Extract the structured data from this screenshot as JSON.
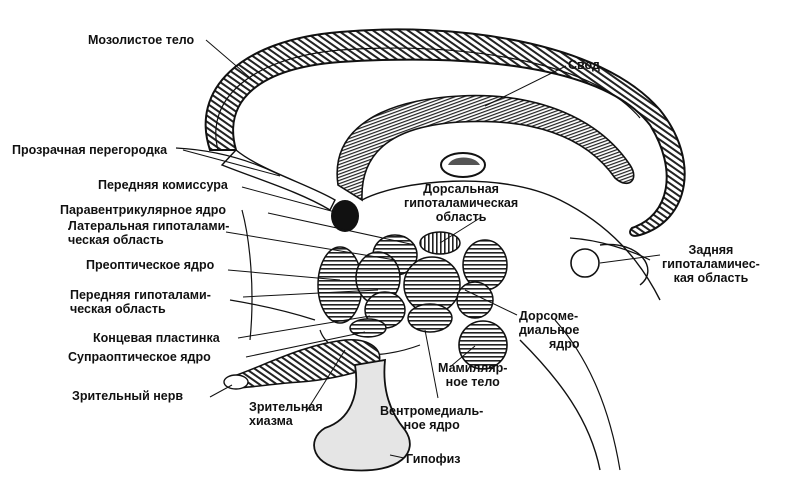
{
  "labels": {
    "mozolistoe": "Мозолистое тело",
    "svod": "Свод",
    "prozrachnaya": "Прозрачная перегородка",
    "perednyaya_komissura": "Передняя комиссура",
    "paraventrikulyarnoe": "Паравентрикулярное ядро",
    "lateralnaya_1": "Латеральная гипоталами-",
    "lateralnaya_2": "ческая область",
    "preopticheskoe": "Преоптическое ядро",
    "perednyaya_gipot_1": "Передняя гипоталами-",
    "perednyaya_gipot_2": "ческая область",
    "konsevaya": "Концевая пластинка",
    "supraopticheskoe": "Супраоптическое ядро",
    "zritelny_nerv": "Зрительный нерв",
    "zritelnaya_1": "Зрительная",
    "zritelnaya_2": "хиазма",
    "ventromed_1": "Вентромедиаль-",
    "ventromed_2": "ное ядро",
    "gipofiz": "Гипофиз",
    "mamillyarnoe_1": "Мамилляр-",
    "mamillyarnoe_2": "ное тело",
    "dorsomed_1": "Дорсоме-",
    "dorsomed_2": "диальное",
    "dorsomed_3": "ядро",
    "dorsalnaya_1": "Дорсальная",
    "dorsalnaya_2": "гипоталамическая",
    "dorsalnaya_3": "область",
    "zadnyaya_1": "Задняя",
    "zadnyaya_2": "гипоталамичес-",
    "zadnyaya_3": "кая область"
  }
}
